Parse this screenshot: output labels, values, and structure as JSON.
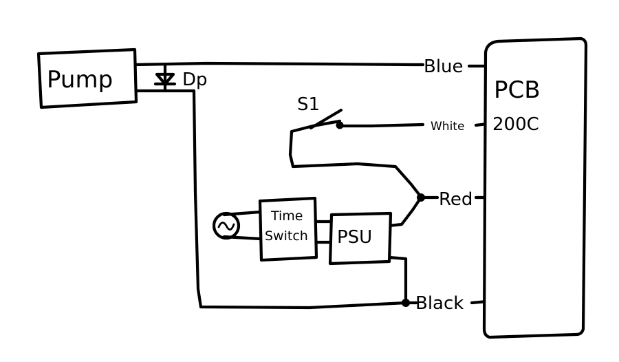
{
  "components": {
    "pump": "Pump",
    "diode": "Dp",
    "switch": "S1",
    "time_switch_line1": "Time",
    "time_switch_line2": "Switch",
    "psu": "PSU",
    "pcb_line1": "PCB",
    "pcb_line2": "200C"
  },
  "wires": {
    "blue": "Blue",
    "white": "White",
    "red": "Red",
    "black": "Black"
  }
}
